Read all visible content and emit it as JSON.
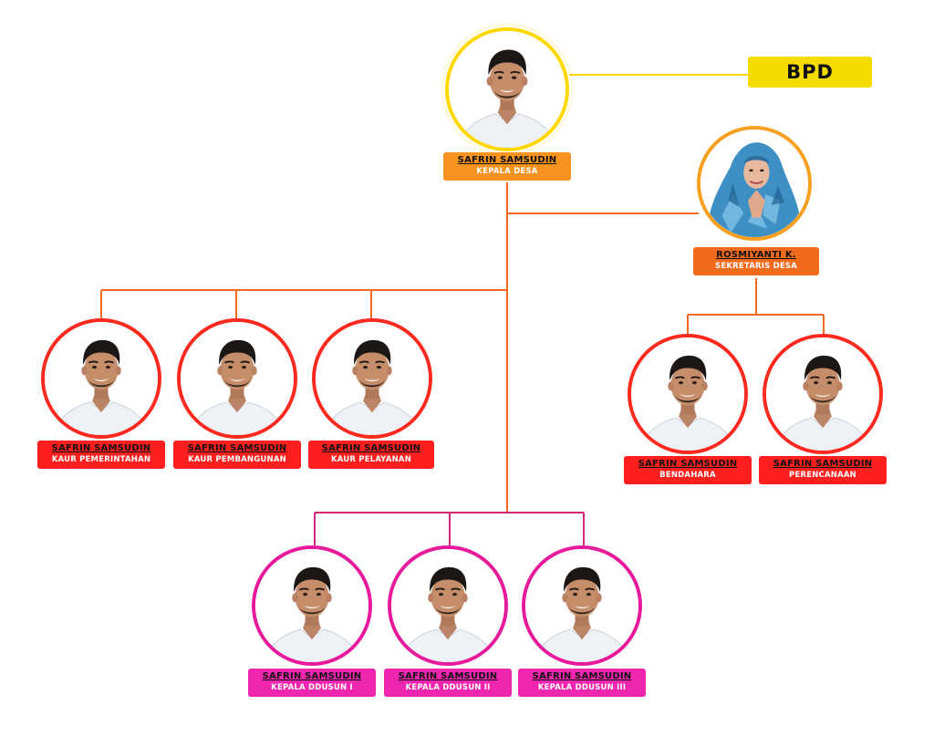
{
  "bpd": {
    "label": "BPD"
  },
  "colors": {
    "top": "#ffd800",
    "sekretaris": "#f7a020",
    "kaur": "#ff2a1f",
    "dusun": "#e81a9c",
    "line_orange": "#f26a1b",
    "line_pink": "#d6287b",
    "line_yellow": "#ffd800"
  },
  "kepala": {
    "name": "SAFRIN SAMSUDIN",
    "role": "KEPALA DESA"
  },
  "sekretaris": {
    "name": "ROSMIYANTI K.",
    "role": "SEKRETARIS DESA"
  },
  "kaur": [
    {
      "name": "SAFRIN SAMSUDIN",
      "role": "KAUR PEMERINTAHAN"
    },
    {
      "name": "SAFRIN SAMSUDIN",
      "role": "KAUR PEMBANGUNAN"
    },
    {
      "name": "SAFRIN SAMSUDIN",
      "role": "KAUR PELAYANAN"
    }
  ],
  "staff": [
    {
      "name": "SAFRIN SAMSUDIN",
      "role": "BENDAHARA"
    },
    {
      "name": "SAFRIN SAMSUDIN",
      "role": "PERENCANAAN"
    }
  ],
  "dusun": [
    {
      "name": "SAFRIN SAMSUDIN",
      "role": "KEPALA DDUSUN I"
    },
    {
      "name": "SAFRIN SAMSUDIN",
      "role": "KEPALA DDUSUN II"
    },
    {
      "name": "SAFRIN SAMSUDIN",
      "role": "KEPALA DDUSUN III"
    }
  ]
}
